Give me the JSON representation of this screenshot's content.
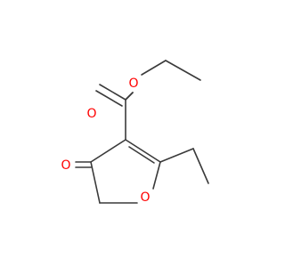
{
  "molecule": {
    "bond_color": "#3a3a3a",
    "oxygen_color": "#ff0000",
    "atoms": {
      "ester_oxygen": "O",
      "carbonyl_oxygen": "O",
      "ketone_oxygen": "O",
      "ring_oxygen": "O"
    }
  }
}
